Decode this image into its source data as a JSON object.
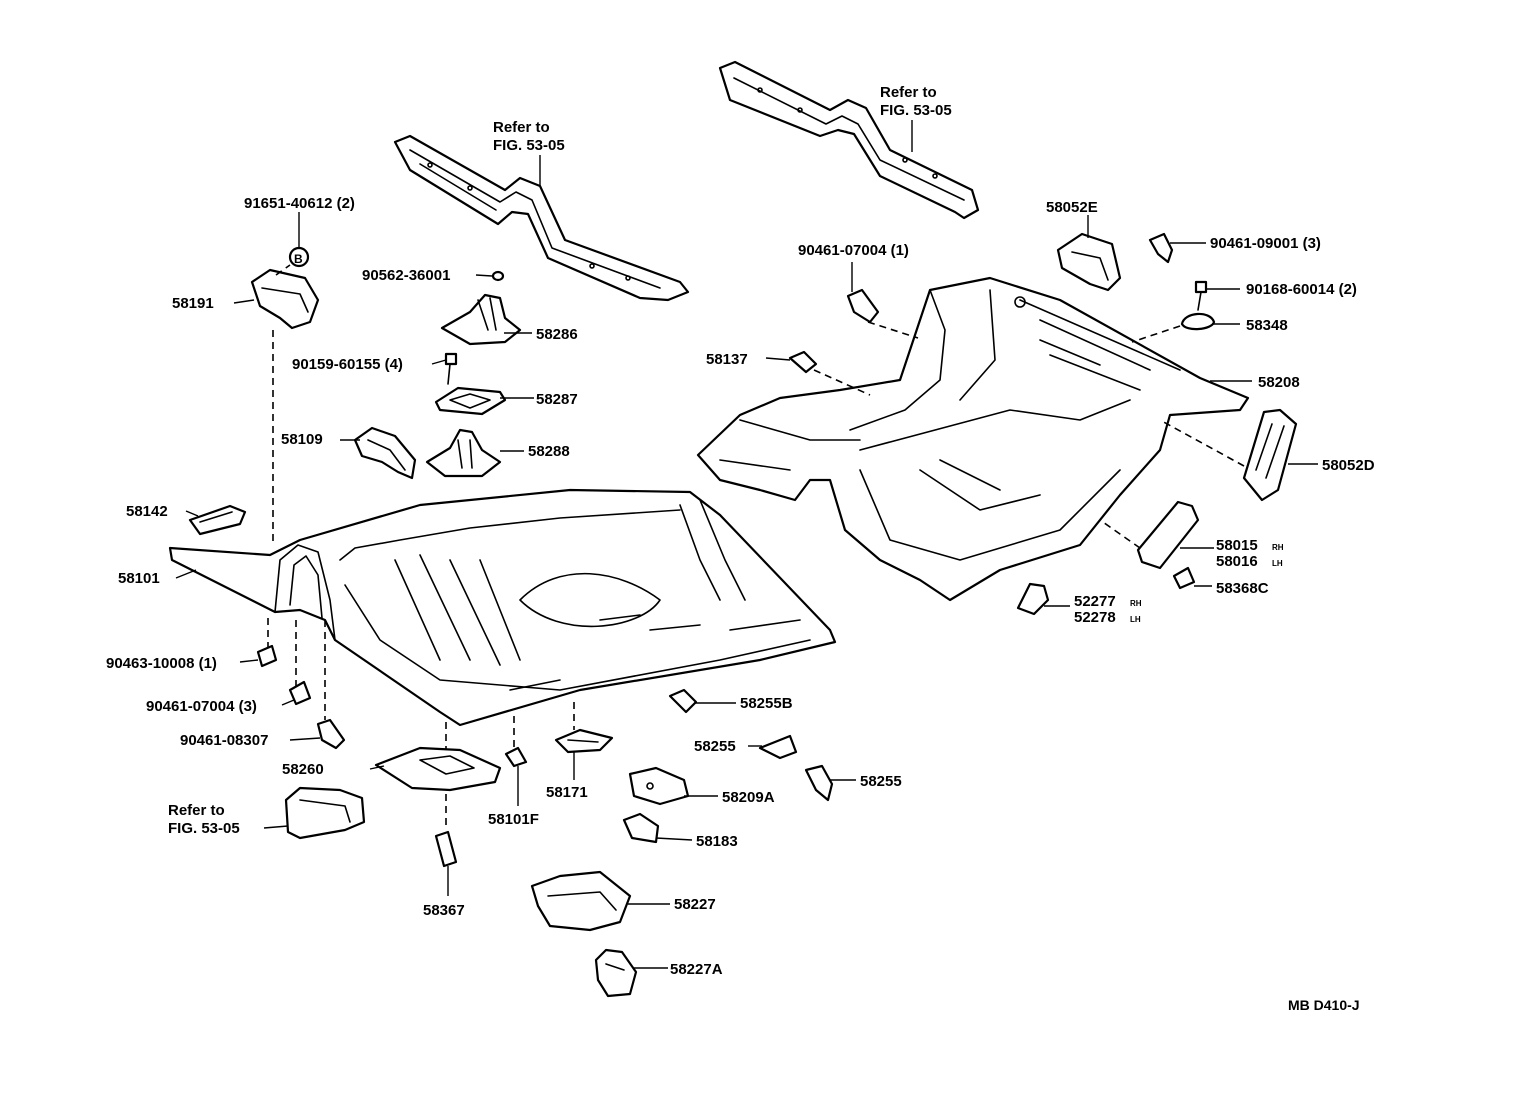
{
  "diagram_id": "MB D410-J",
  "callouts": {
    "c91651": "91651-40612 (2)",
    "c58191": "58191",
    "cB": "B",
    "c90562": "90562-36001",
    "c58286": "58286",
    "c90159": "90159-60155 (4)",
    "c58287": "58287",
    "c58109": "58109",
    "c58288": "58288",
    "c58142": "58142",
    "c58101": "58101",
    "c90463": "90463-10008 (1)",
    "c90461_3": "90461-07004 (3)",
    "c90461_08307": "90461-08307",
    "c58260": "58260",
    "c58367": "58367",
    "c58101F": "58101F",
    "c58171": "58171",
    "c58255B": "58255B",
    "c58255_left": "58255",
    "c58209A": "58209A",
    "c58255_right": "58255",
    "c58183": "58183",
    "c58227": "58227",
    "c58227A": "58227A",
    "c90461_1": "90461-07004 (1)",
    "c58137": "58137",
    "c58052E": "58052E",
    "c90461_09001": "90461-09001 (3)",
    "c90168": "90168-60014 (2)",
    "c58348": "58348",
    "c58208": "58208",
    "c58052D": "58052D",
    "c58015": "58015",
    "c58015_side": "RH",
    "c58016": "58016",
    "c58016_side": "LH",
    "c58368C": "58368C",
    "c52277": "52277",
    "c52277_side": "RH",
    "c52278": "52278",
    "c52278_side": "LH"
  },
  "references": {
    "ref_top_mid_1": "Refer to",
    "ref_top_mid_2": "FIG. 53-05",
    "ref_top_right_1": "Refer to",
    "ref_top_right_2": "FIG. 53-05",
    "ref_bottom_left_1": "Refer to",
    "ref_bottom_left_2": "FIG. 53-05"
  }
}
